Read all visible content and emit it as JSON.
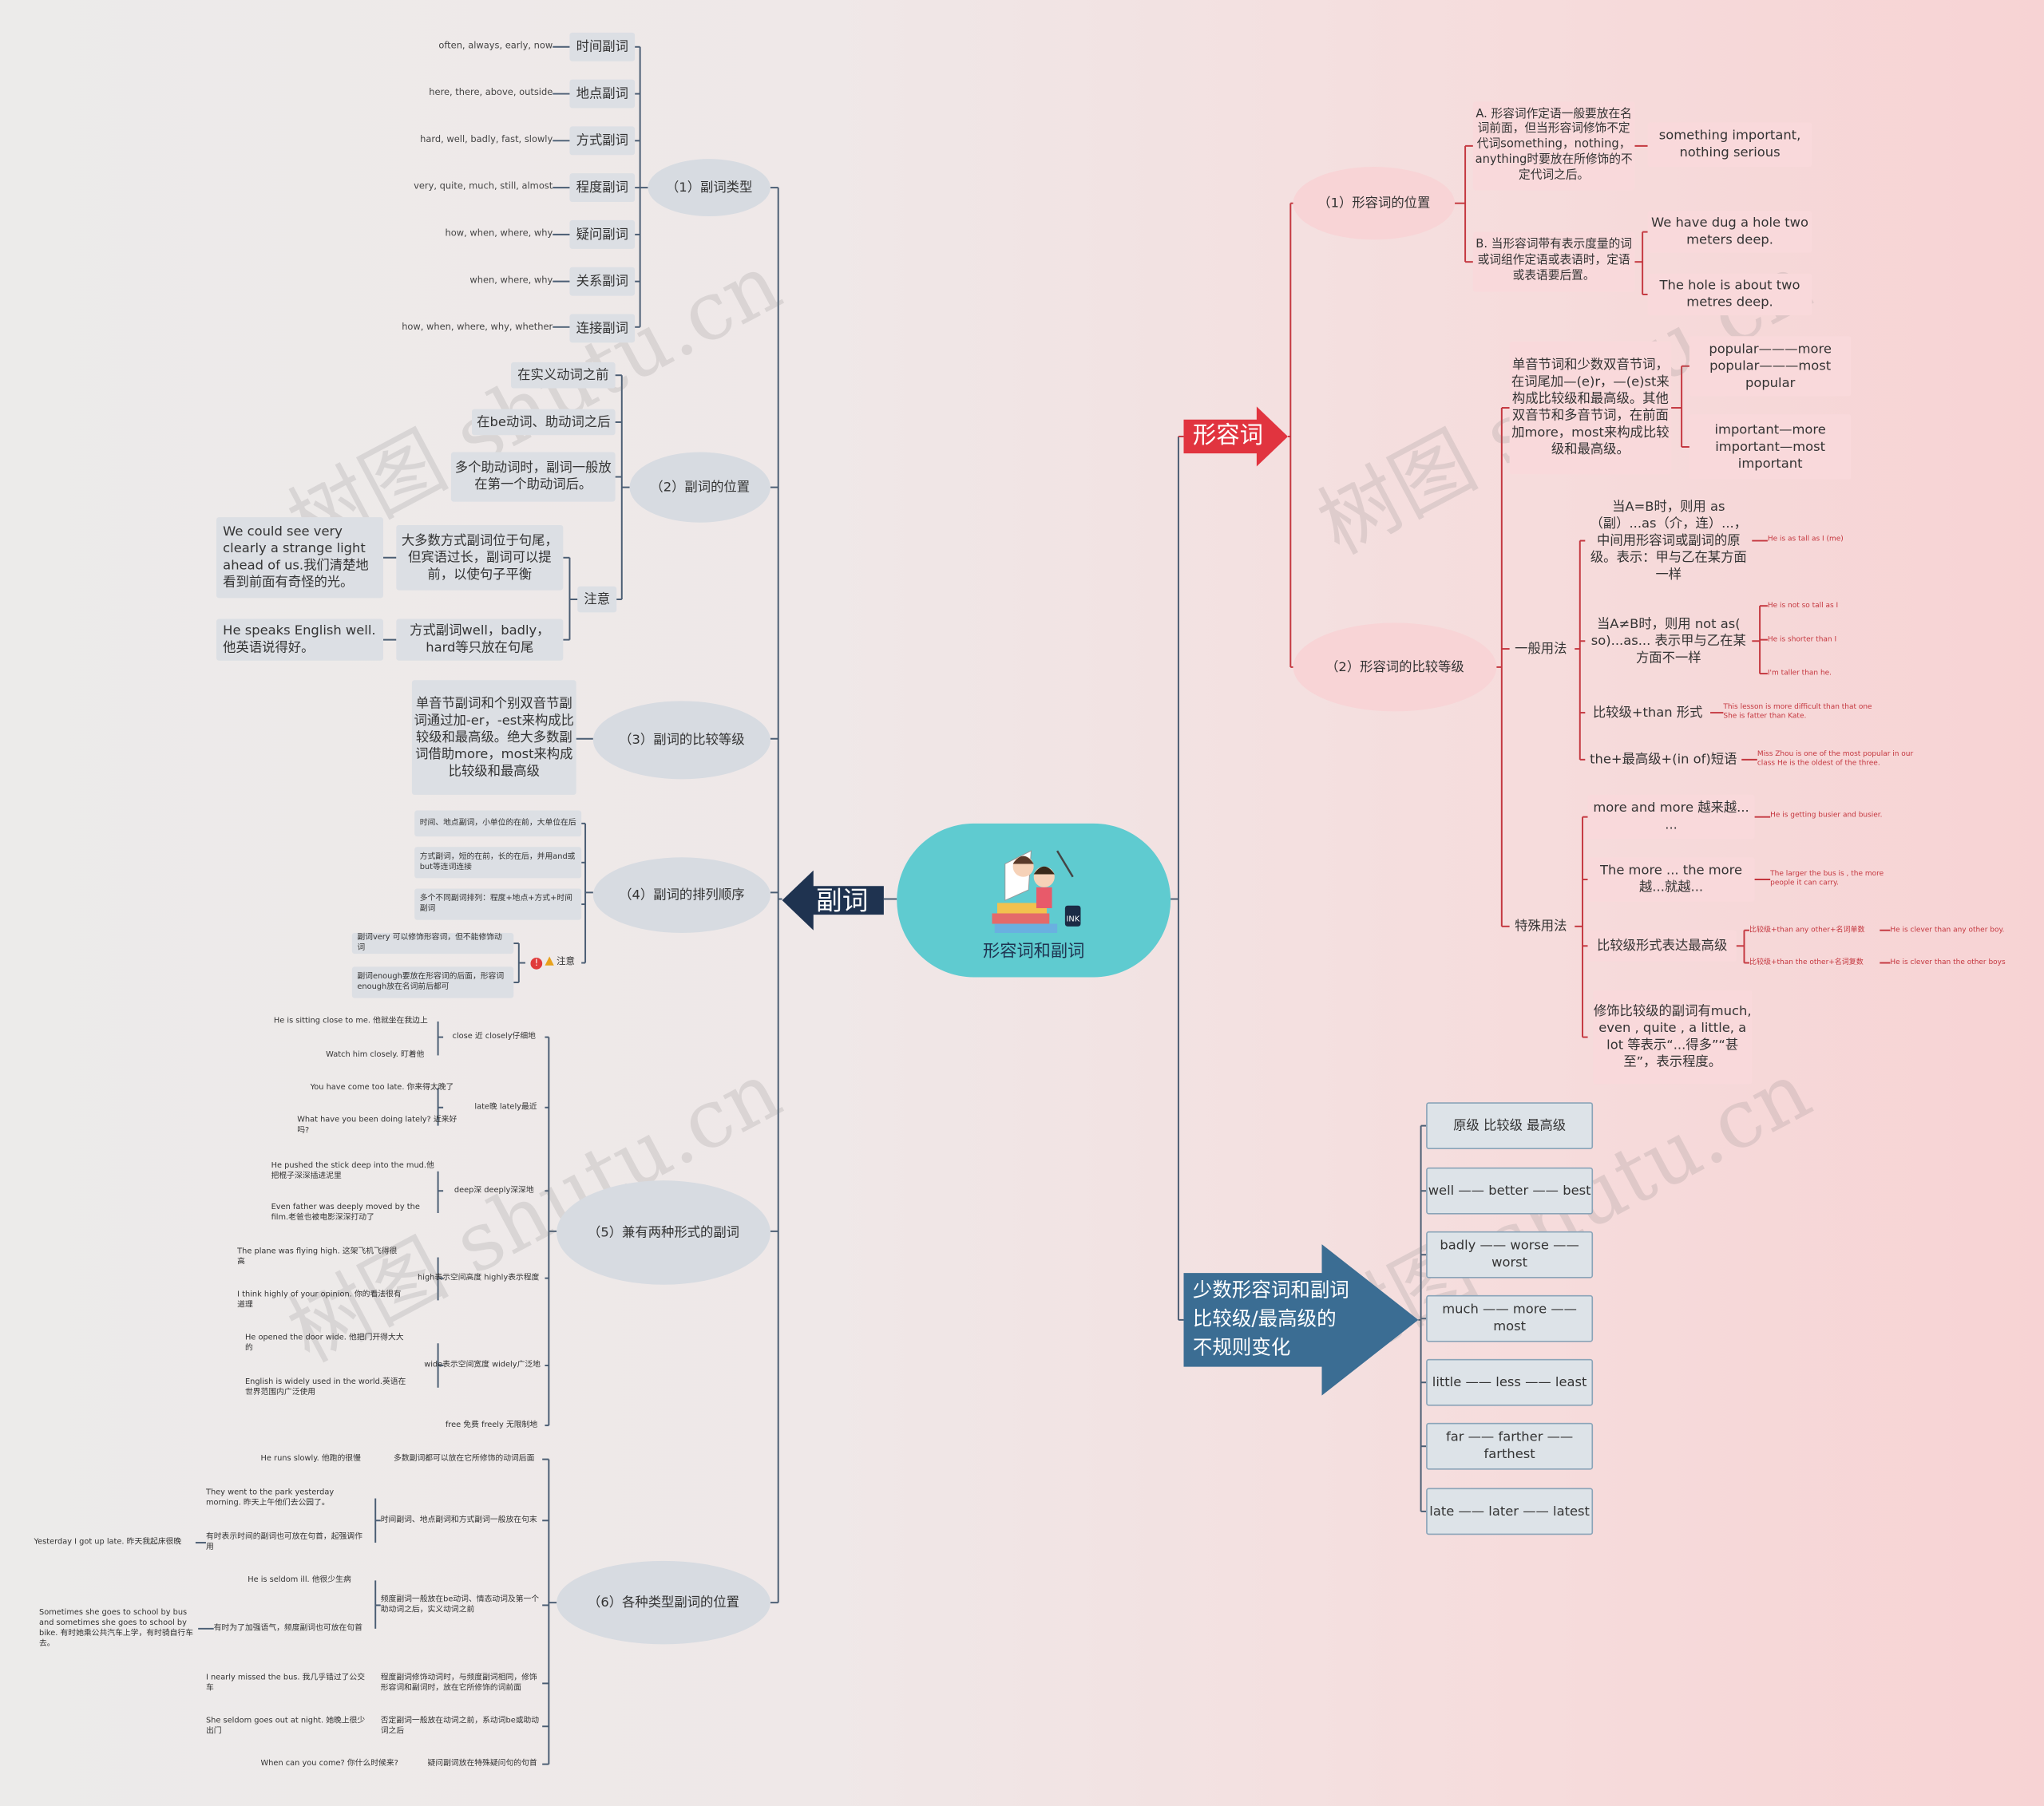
{
  "root": {
    "title": "形容词和副词"
  },
  "fuci": {
    "label": "副词",
    "types": {
      "label": "（1）副词类型",
      "items": [
        {
          "tag": "时间副词",
          "ex": "often, always, early, now"
        },
        {
          "tag": "地点副词",
          "ex": "here, there, above, outside"
        },
        {
          "tag": "方式副词",
          "ex": "hard, well, badly, fast, slowly"
        },
        {
          "tag": "程度副词",
          "ex": "very, quite, much, still, almost"
        },
        {
          "tag": "疑问副词",
          "ex": "how, when, where, why"
        },
        {
          "tag": "关系副词",
          "ex": "when, where, why"
        },
        {
          "tag": "连接副词",
          "ex": "how, when, where, why, whether"
        }
      ]
    },
    "position": {
      "label": "（2）副词的位置",
      "p1": "在实义动词之前",
      "p2": "在be动词、助动词之后",
      "p3": "多个助动词时，副词一般放在第一个助动词后。",
      "note": "注意",
      "n1": "大多数方式副词位于句尾，但宾语过长，副词可以提前，以使句子平衡",
      "n1ex": "We could see very clearly a strange light ahead of us.我们清楚地看到前面有奇怪的光。",
      "n2": "方式副词well，badly，hard等只放在句尾",
      "n2ex": "He speaks English well.他英语说得好。"
    },
    "comparison": {
      "label": "（3）副词的比较等级",
      "text": "单音节副词和个别双音节副词通过加-er，-est来构成比较级和最高级。绝大多数副词借助more，most来构成比较级和最高级"
    },
    "order": {
      "label": "（4）副词的排列顺序",
      "o1": "时间、地点副词，小单位的在前，大单位在后",
      "o2": "方式副词，短的在前，长的在后，并用and或but等连词连接",
      "o3": "多个不同副词排列：程度+地点+方式+时间副词",
      "note": "注意",
      "n1": "副词very 可以修饰形容词，但不能修饰动词",
      "n2": "副词enough要放在形容词的后面，形容词enough放在名词前后都可"
    },
    "dual": {
      "label": "（5）兼有两种形式的副词",
      "groups": [
        {
          "pair": "close 近      closely仔细地",
          "ex": [
            "He is sitting close to me. 他就坐在我边上",
            "Watch him closely. 盯着他"
          ]
        },
        {
          "pair": "late晚    lately最近",
          "ex": [
            "You have come too late. 你来得太晚了",
            "What have you been doing lately? 近来好吗?"
          ]
        },
        {
          "pair": "deep深     deeply深深地",
          "ex": [
            "He pushed the stick deep into the mud.他把棍子深深插进泥里",
            "Even father was deeply moved by the film.老爸也被电影深深打动了"
          ]
        },
        {
          "pair": "high表示空间高度   highly表示程度",
          "ex": [
            "The plane was flying high. 这架飞机飞得很高",
            "I think highly of your opinion. 你的看法很有道理"
          ]
        },
        {
          "pair": "wide表示空间宽度   widely广泛地",
          "ex": [
            "He opened the door wide. 他把门开得大大的",
            "English is widely used in the world.英语在世界范围内广泛使用"
          ]
        },
        {
          "pair": "free 免费     freely 无限制地",
          "ex": []
        }
      ]
    },
    "positions": {
      "label": "（6）各种类型副词的位置",
      "rules": [
        {
          "rule": "多数副词都可以放在它所修饰的动词后面",
          "ex": [
            "He runs slowly.      他跑的很慢"
          ]
        },
        {
          "rule": "时间副词、地点副词和方式副词一般放在句末",
          "ex": [
            "They went to the park yesterday morning.      昨天上午他们去公园了。"
          ],
          "sub": "有时表示时间的副词也可放在句首，起强调作用",
          "subex": "Yesterday I got up late.      昨天我起床很晚"
        },
        {
          "rule": "频度副词一般放在be动词、情态动词及第一个助动词之后，实义动词之前",
          "ex": [
            "He is seldom ill.      他很少生病"
          ],
          "sub": "有时为了加强语气，频度副词也可放在句首",
          "subex": "Sometimes she goes to school by bus and sometimes she goes to school by bike.      有时她乘公共汽车上学，有时骑自行车去。"
        },
        {
          "rule": "程度副词修饰动词时，与频度副词相同，修饰形容词和副词时，放在它所修饰的词前面",
          "ex": [
            "I nearly missed the bus.      我几乎错过了公交车"
          ]
        },
        {
          "rule": "否定副词一般放在动词之前，系动词be或助动词之后",
          "ex": [
            "She seldom goes out at night.      她晚上很少出门"
          ]
        },
        {
          "rule": "疑问副词放在特殊疑问句的句首",
          "ex": [
            "When can you come?      你什么时候来?"
          ]
        }
      ]
    }
  },
  "xingrongci": {
    "label": "形容词",
    "position": {
      "label": "（1）形容词的位置",
      "a": "A. 形容词作定语一般要放在名词前面，但当形容词修饰不定代词something，nothing，anything时要放在所修饰的不定代词之后。",
      "a_ex": "something important, nothing serious",
      "b": "B. 当形容词带有表示度量的词或词组作定语或表语时，定语或表语要后置。",
      "b_ex1": "We have dug a hole two meters deep.",
      "b_ex2": "The hole is about two metres deep."
    },
    "comparison": {
      "label": "（2）形容词的比较等级",
      "rule": "单音节词和少数双音节词，在词尾加—(e)r，—(e)st来构成比较级和最高级。其他双音节和多音节词，在前面加more，most来构成比较级和最高级。",
      "rule_ex1": "popular———more popular———most popular",
      "rule_ex2": "important—more important—most important",
      "general": {
        "label": "一般用法",
        "i1": "当A=B时，则用 as（副）...as（介，连）...，中间用形容词或副词的原级。表示：甲与乙在某方面一样",
        "i1ex": "He is as tall as I (me)",
        "i2": "当A≠B时，则用 not as( so)...as... 表示甲与乙在某方面不一样",
        "i2ex": [
          "He is not so tall as I",
          "He is shorter than I",
          "I'm taller than he."
        ],
        "i3": "比较级+than 形式",
        "i3ex": "This lesson is more difficult than that one She is fatter than Kate.",
        "i4": "the+最高级+(in of)短语",
        "i4ex": "Miss Zhou is one of the most popular in our class He is the oldest of the three."
      },
      "special": {
        "label": "特殊用法",
        "s1": "more and more 越来越... ...",
        "s1ex": "He is getting busier and busier.",
        "s2": "The more ... the more 越...就越...",
        "s2ex": "The larger the bus is , the more people it can carry.",
        "s3": "比较级形式表达最高级",
        "s3a": "比较级+than any other+名词单数",
        "s3aex": "He is clever than any other boy.",
        "s3b": "比较级+than the other+名词复数",
        "s3bex": "He is clever than the other boys",
        "s4": "修饰比较级的副词有much, even , quite , a little, a lot 等表示“...得多”“甚至”，表示程度。"
      }
    }
  },
  "irregular": {
    "label": "少数形容词和副词比较级/最高级的不规则变化",
    "header": "原级        比较级        最高级",
    "rows": [
      "well ——    better ——    best",
      "badly ——  worse ——    worst",
      "much ——    more ——    most",
      "little ——    less ——    least",
      "far ——    farther ——    farthest",
      "late ——    later ——    latest"
    ]
  },
  "colors": {
    "root": "#5fcbd0",
    "fuci": "#1f3350",
    "xingrongci": "#e1343f",
    "irregular": "#3b6d93",
    "red_line": "#c4373f",
    "blue_line": "#4a5d73"
  }
}
